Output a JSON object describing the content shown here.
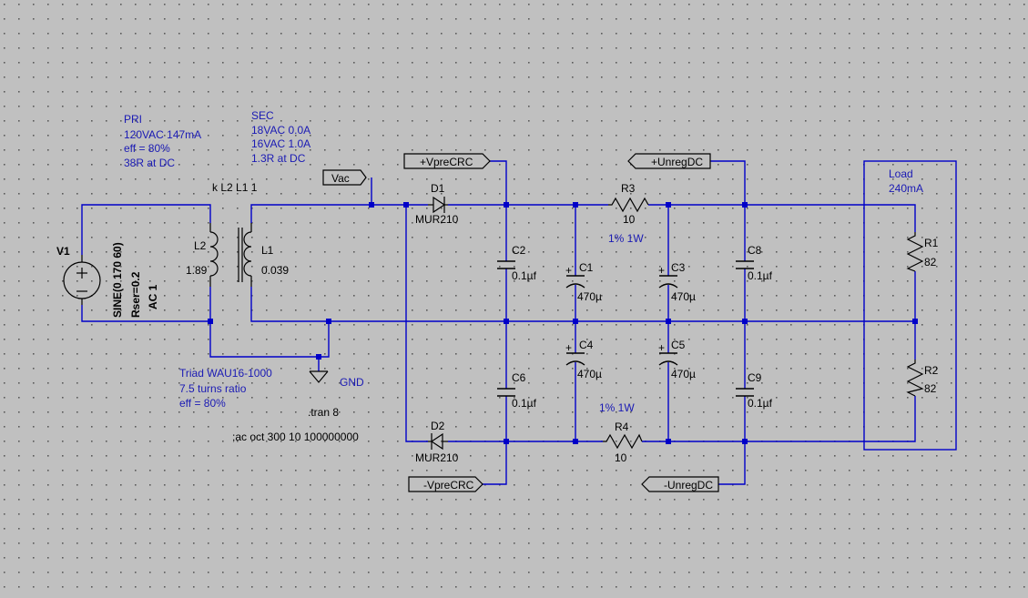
{
  "colors": {
    "background": "#c0c0c0",
    "wire": "#0000c8",
    "component": "#000000",
    "comment": "#1a1ab4",
    "grid_dot": "#5a5a5a"
  },
  "notes": {
    "pri": [
      "PRI",
      "120VAC 147mA",
      "eff = 80%",
      "38R at DC"
    ],
    "sec": [
      "SEC",
      "18VAC 0.0A",
      "16VAC 1.0A",
      "1.3R at DC"
    ],
    "triad": [
      "Triad WAU16-1000",
      "7.5 turns ratio",
      "eff = 80%"
    ],
    "load": [
      "Load",
      "240mA"
    ],
    "r3_rating": "1% 1W",
    "r4_rating": "1% 1W"
  },
  "directives": {
    "coupling": "k L2 L1 1",
    "tran": ".tran 8",
    "ac": ";ac oct 300 10 100000000"
  },
  "source": {
    "name": "V1",
    "value": "SINE(0 170 60)",
    "rser": "Rser=0.2",
    "ac": "AC 1"
  },
  "inductors": {
    "L2": {
      "name": "L2",
      "value": "1.89"
    },
    "L1": {
      "name": "L1",
      "value": "0.039"
    }
  },
  "diodes": {
    "D1": {
      "name": "D1",
      "value": "MUR210"
    },
    "D2": {
      "name": "D2",
      "value": "MUR210"
    }
  },
  "capacitors": {
    "C1": {
      "name": "C1",
      "value": "470µ"
    },
    "C2": {
      "name": "C2",
      "value": "0.1µf"
    },
    "C3": {
      "name": "C3",
      "value": "470µ"
    },
    "C4": {
      "name": "C4",
      "value": "470µ"
    },
    "C5": {
      "name": "C5",
      "value": "470µ"
    },
    "C6": {
      "name": "C6",
      "value": "0.1µf"
    },
    "C8": {
      "name": "C8",
      "value": "0.1µf"
    },
    "C9": {
      "name": "C9",
      "value": "0.1µf"
    }
  },
  "resistors": {
    "R1": {
      "name": "R1",
      "value": "82"
    },
    "R2": {
      "name": "R2",
      "value": "82"
    },
    "R3": {
      "name": "R3",
      "value": "10"
    },
    "R4": {
      "name": "R4",
      "value": "10"
    }
  },
  "net_labels": {
    "vac": "Vac",
    "vpre_pos": "+VpreCRC",
    "vpre_neg": "-VpreCRC",
    "unreg_pos": "+UnregDC",
    "unreg_neg": "-UnregDC",
    "gnd": "GND"
  },
  "polarity": {
    "plus": "+"
  }
}
